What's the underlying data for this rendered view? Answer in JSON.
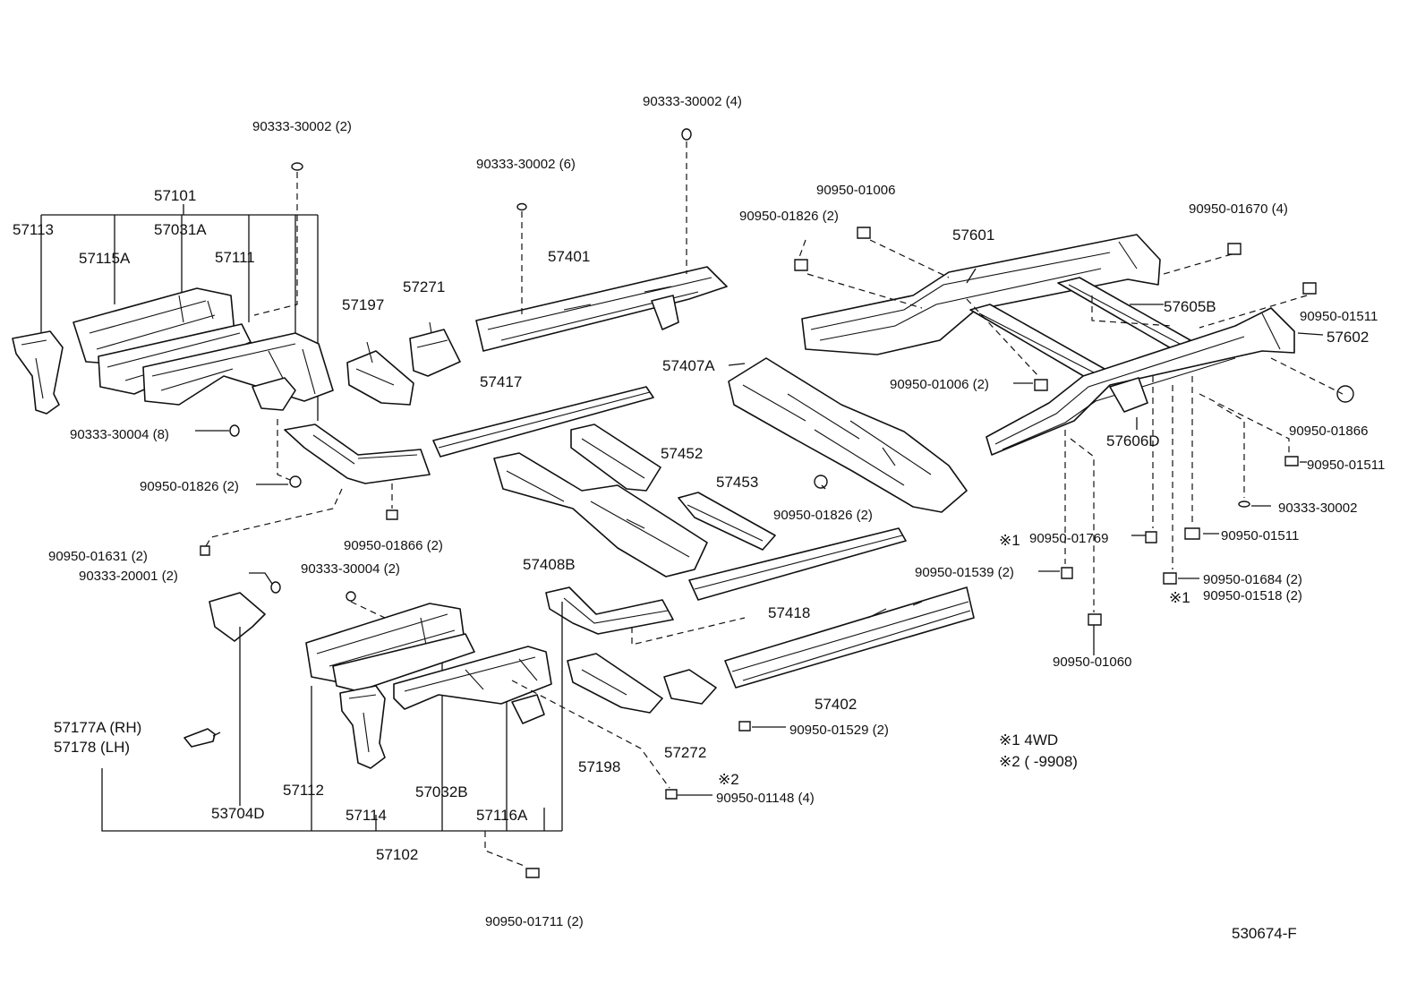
{
  "labels": {
    "p57101": "57101",
    "p57113": "57113",
    "p57031A": "57031A",
    "p57115A": "57115A",
    "p57111": "57111",
    "f90333_30002_2": "90333-30002 (2)",
    "f90333_30002_6": "90333-30002 (6)",
    "f90333_30002_4": "90333-30002 (4)",
    "p57401": "57401",
    "p57197": "57197",
    "p57271": "57271",
    "f90333_30004_8": "90333-30004 (8)",
    "f90950_01826_2a": "90950-01826 (2)",
    "f90950_01631_2": "90950-01631 (2)",
    "f90950_01866_2": "90950-01866 (2)",
    "f90333_20001_2": "90333-20001 (2)",
    "f90333_30004_2": "90333-30004 (2)",
    "p57417": "57417",
    "p57407A": "57407A",
    "p57452": "57452",
    "p57453": "57453",
    "p57408B": "57408B",
    "f90950_01826_2b": "90950-01826 (2)",
    "p57418": "57418",
    "f90950_01006": "90950-01006",
    "f90950_01826_2c": "90950-01826 (2)",
    "p57601": "57601",
    "f90950_01670_4": "90950-01670 (4)",
    "p57605B": "57605B",
    "f90950_01511a": "90950-01511",
    "p57602": "57602",
    "f90950_01006_2": "90950-01006 (2)",
    "f90950_01866": "90950-01866",
    "p57606D": "57606D",
    "f90950_01511b": "90950-01511",
    "f90333_30002": "90333-30002",
    "f90950_01769": "90950-01769",
    "f90950_01511c": "90950-01511",
    "f90950_01539_2": "90950-01539 (2)",
    "f90950_01684_2": "90950-01684 (2)",
    "f90950_01518_2": "90950-01518 (2)",
    "f90950_01060": "90950-01060",
    "p57402": "57402",
    "f90950_01529_2": "90950-01529 (2)",
    "p57177A": "57177A (RH)",
    "p57178": "57178   (LH)",
    "p53704D": "53704D",
    "p57112": "57112",
    "p57114": "57114",
    "p57032B": "57032B",
    "p57116A": "57116A",
    "p57102": "57102",
    "p57198": "57198",
    "p57272": "57272",
    "f90950_01148_4": "90950-01148 (4)",
    "f90950_01711_2": "90950-01711 (2)",
    "note_mark_1a": "※1",
    "note_mark_1b": "※1",
    "note_mark_2": "※2",
    "legend_1": "※1  4WD",
    "legend_2": "※2  (        -9908)",
    "figure_code": "530674-F"
  }
}
